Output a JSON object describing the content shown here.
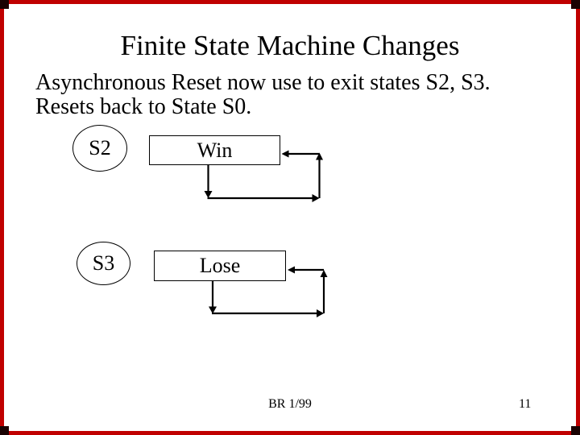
{
  "slide": {
    "title": "Finite State Machine Changes",
    "body": "Asynchronous Reset now use to exit states S2, S3. Resets back to State S0."
  },
  "diagrams": {
    "s2": {
      "state_label": "S2",
      "box_label": "Win"
    },
    "s3": {
      "state_label": "S3",
      "box_label": "Lose"
    }
  },
  "footer": {
    "credit": "BR 1/99",
    "page_number": "11"
  },
  "colors": {
    "frame": "#c00000",
    "handle": "#1a0202",
    "ink": "#000000",
    "background": "#ffffff"
  }
}
